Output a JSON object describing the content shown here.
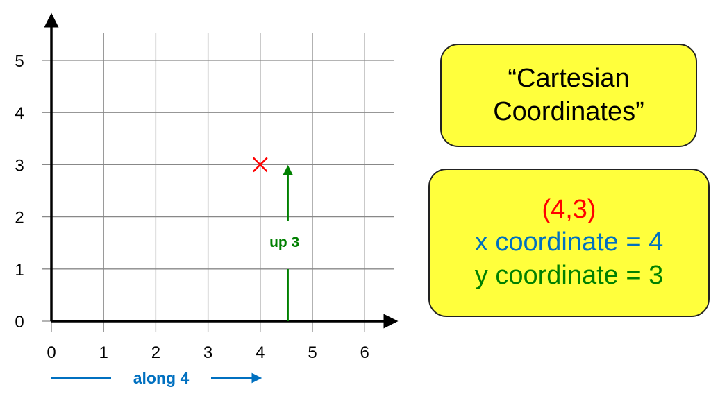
{
  "chart_data": {
    "type": "scatter",
    "x_ticks": [
      "0",
      "1",
      "2",
      "3",
      "4",
      "5",
      "6"
    ],
    "y_ticks": [
      "0",
      "1",
      "2",
      "3",
      "4",
      "5"
    ],
    "xlim": [
      0,
      6.6
    ],
    "ylim": [
      0,
      5.6
    ],
    "grid": true,
    "point": {
      "x": 4,
      "y": 3,
      "marker": "x",
      "color": "#ff0000"
    },
    "along_label": "along 4",
    "up_label": "up 3",
    "along_value": 4,
    "up_value": 3
  },
  "colors": {
    "red": "#ff0000",
    "blue": "#0070c0",
    "green": "#008000",
    "yellow": "#ffff3c"
  },
  "title_box": {
    "line1": "“Cartesian",
    "line2": "Coordinates”"
  },
  "info_box": {
    "point": "(4,3)",
    "x_line": "x coordinate = 4",
    "y_line": "y coordinate = 3"
  }
}
